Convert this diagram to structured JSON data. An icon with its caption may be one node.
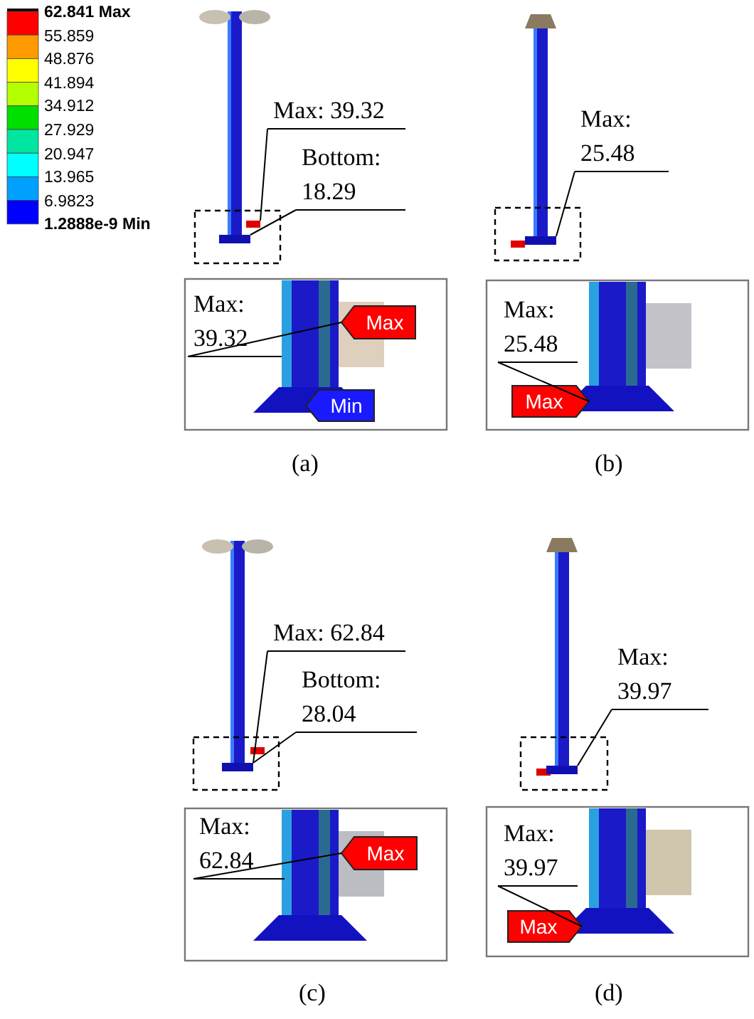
{
  "diagram": {
    "nodes": [
      {
        "text": [
          "Max: 39.32"
        ]
      },
      {
        "text": [],
        "shape": "box"
      },
      {
        "text": [
          "Bottom: 18.29"
        ]
      },
      {
        "text": [],
        "shape": "box"
      },
      {
        "text": [
          "Max: 39.32"
        ]
      },
      {
        "text": [
          "Max"
        ]
      },
      {
        "text": [
          "Min"
        ]
      },
      {
        "text": [
          "Max: 25.48"
        ]
      },
      {
        "text": [],
        "shape": "box"
      },
      {
        "text": [
          "Max: 25.48"
        ]
      },
      {
        "text": [
          "Max"
        ]
      },
      {
        "text": [
          "Max: 62.84"
        ]
      },
      {
        "text": [
          "Bottom: 28.04"
        ]
      },
      {
        "text": [],
        "shape": "box"
      },
      {
        "text": [
          "Max: 62.84"
        ]
      },
      {
        "text": [
          "Max"
        ]
      },
      {
        "text": [
          "Max: 39.97"
        ]
      },
      {
        "text": [],
        "shape": "box"
      },
      {
        "text": [
          "Max: 39.97"
        ]
      },
      {
        "text": [
          "Max"
        ]
      }
    ],
    "edges": [
      {
        "from": 0,
        "to": 1,
        "arrow": "none"
      },
      {
        "from": 2,
        "to": 3,
        "arrow": "none"
      },
      {
        "from": 4,
        "to": 5,
        "arrow": "none"
      },
      {
        "from": 7,
        "to": 8,
        "arrow": "none"
      },
      {
        "from": 9,
        "to": 10,
        "arrow": "none"
      },
      {
        "from": 11,
        "to": 13,
        "arrow": "none"
      },
      {
        "from": 12,
        "to": 13,
        "arrow": "none"
      },
      {
        "from": 14,
        "to": 15,
        "arrow": "none"
      },
      {
        "from": 16,
        "to": 17,
        "arrow": "none"
      },
      {
        "from": 18,
        "to": 19,
        "arrow": "none"
      }
    ],
    "labels": [
      "62.841 Max",
      "55.859",
      "48.876",
      "41.894",
      "34.912",
      "27.929",
      "20.947",
      "13.965",
      "6.9823",
      "1.2888e-9 Min",
      "(a)",
      "(b)",
      "(c)",
      "(d)"
    ]
  }
}
